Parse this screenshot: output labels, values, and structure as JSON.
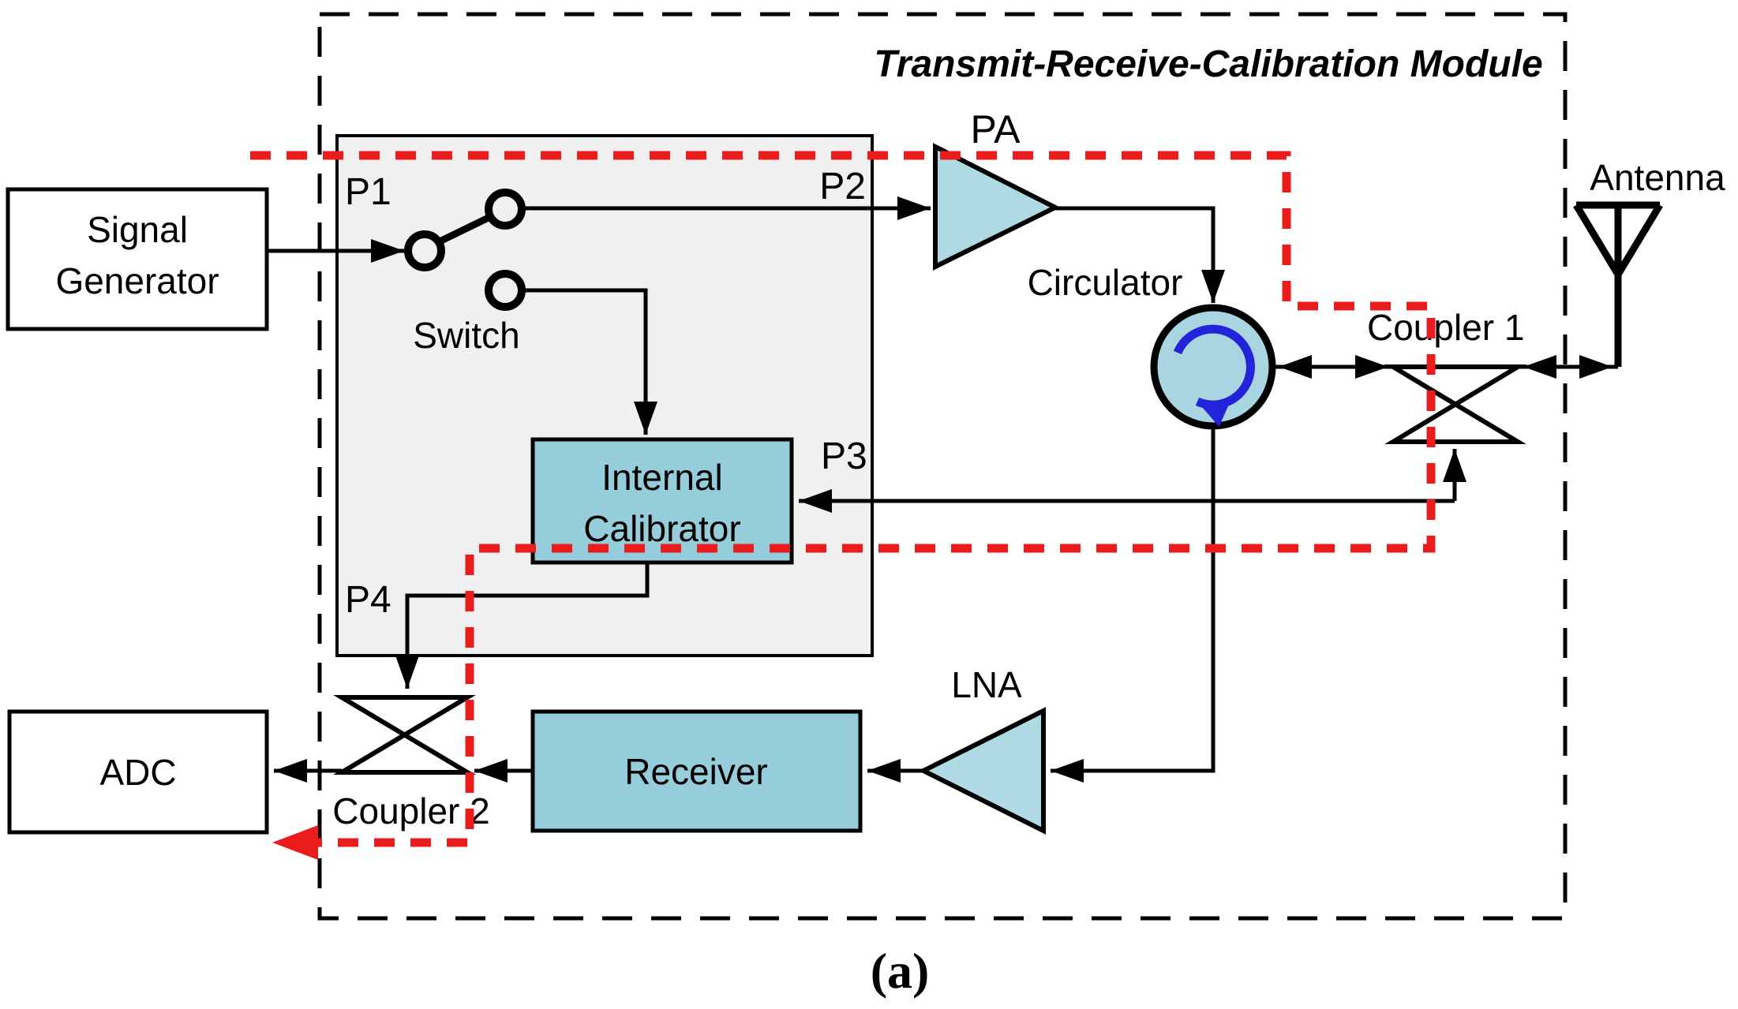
{
  "diagram": {
    "title": "Transmit-Receive-Calibration Module",
    "caption": "(a)",
    "blocks": {
      "signal_generator": {
        "lines": [
          "Signal",
          "Generator"
        ]
      },
      "adc": {
        "label": "ADC"
      },
      "internal_calibrator": {
        "lines": [
          "Internal",
          "Calibrator"
        ]
      },
      "receiver": {
        "label": "Receiver"
      },
      "pa": {
        "label": "PA"
      },
      "lna": {
        "label": "LNA"
      },
      "circulator": {
        "label": "Circulator"
      },
      "coupler1": {
        "label": "Coupler 1"
      },
      "coupler2": {
        "label": "Coupler 2"
      },
      "antenna": {
        "label": "Antenna"
      },
      "switch": {
        "label": "Switch"
      }
    },
    "ports": {
      "p1": "P1",
      "p2": "P2",
      "p3": "P3",
      "p4": "P4"
    },
    "colors": {
      "module_background": "#F0F0F0",
      "block_fill": "#95CDDA",
      "amp_fill": "#AFDAE3",
      "circulator_fill": "#A9D5E0",
      "signal_path_red": "#EB1C1C",
      "circulation_arrow_blue": "#2323DB",
      "line_black": "#000000"
    }
  }
}
